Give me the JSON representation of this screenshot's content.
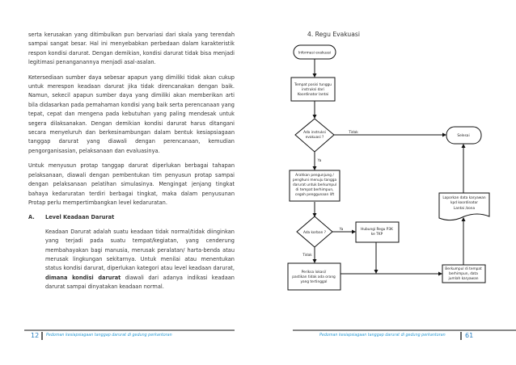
{
  "left_page": {
    "paragraphs": [
      "serta kerusakan yang ditimbulkan pun bervariasi dari skala yang terendah sampai sangat besar. Hal ini menyebabkan perbedaan dalam karakteristik respon kondisi darurat. Dengan demikian, kondisi darurat tidak bisa menjadi legitimasi penanganannya menjadi asal-asalan.",
      "Ketersediaan sumber daya sebesar apapun yang dimiliki tidak akan cukup untuk merespon keadaan darurat jika tidak direncanakan dengan baik. Namun, sekecil apapun sumber daya yang dimiliki akan memberikan arti bila didasarkan pada pemahaman kondisi yang baik serta perencanaan yang tepat, cepat dan mengena pada kebutuhan yang paling mendesak untuk segera dilaksanakan. Dengan demikian kondisi darurat harus ditangani secara menyeluruh dan berkesinambungan dalam bentuk kesiapsiagaan tanggap darurat yang diawali dengan perencanaan, kemudian pengorganisasian, pelaksanaan dan evaluasinya.",
      "Untuk menyusun protap tanggap darurat diperlukan berbagai tahapan pelaksanaan, diawali dengan pembentukan tim penyusun protap sampai dengan pelaksanaan pelatihan simulasinya. Mengingat jenjang tingkat bahaya kedaruratan terdiri berbagai tingkat, maka dalam penyusunan Protap perlu mempertimbangkan level kedaruratan."
    ],
    "section": {
      "number": "A.",
      "title": "Level Keadaan Darurat"
    },
    "section_text_before_bold": "Keadaan Darurat adalah suatu keadaan tidak normal/tidak diinginkan yang terjadi pada suatu tempat/kegiatan, yang cenderung membahayakan bagi manusia, merusak peralatan/ harta-benda atau merusak lingkungan sekitarnya. Untuk menilai atau menentukan status kondisi darurat, diperlukan kategori atau level keadaan darurat, ",
    "section_text_bold": "dimana kondisi darurat",
    "section_text_after_bold": " diawali dari adanya indikasi keadaan darurat sampai dinyatakan keadaan normal.",
    "page_number": "12",
    "footer_text": "Pedoman kesiapsiagaan tanggap darurat di gedung perkantoran"
  },
  "right_page": {
    "title": "4.   Regu Evakuasi",
    "flowchart": {
      "start": "Informasi evakuasi",
      "wait": [
        "Tempat posisi tunggu",
        "instruksi dari",
        "Koordinator lantai"
      ],
      "decision1": [
        "Ada instruksi",
        "evakuasi ?"
      ],
      "no_label1": "Tidak",
      "end": "Selesai",
      "yes_label1": "Ya",
      "direct": [
        "Arahkan pengunjung /",
        "penghuni menuju tangga",
        "darurat untuk berkumpul",
        "di tempat berhimpun,",
        "cegah penggunaan lift"
      ],
      "decision2": "Ada korban ?",
      "yes_label2": "Ya",
      "contact": [
        "Hubungi Regu P3K",
        "ke TKP"
      ],
      "no_label2": "Tidak",
      "check": [
        "Periksa lokasi/",
        "pastikan tidak ada orang",
        "yang tertinggal"
      ],
      "gather": [
        "Berkumpul di tempat",
        "berhimpun, data",
        "jumlah karyawan"
      ],
      "report": [
        "Laporkan data karyawan",
        "kpd koordinator",
        "Lantai /zona"
      ]
    },
    "page_number": "61",
    "footer_text": "Pedoman kesiapsiagaan tanggap darurat di gedung perkantoran"
  },
  "colors": {
    "accent": "#2a9ad4",
    "page_number": "#2a7fc0"
  }
}
